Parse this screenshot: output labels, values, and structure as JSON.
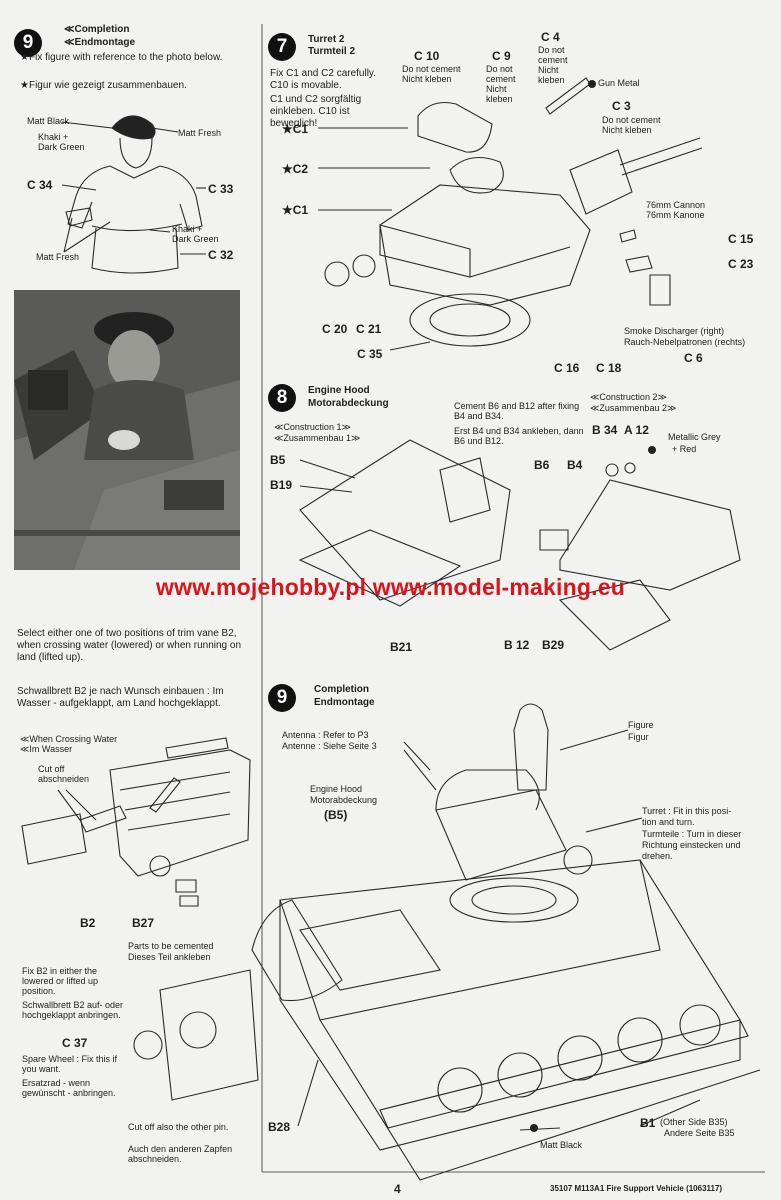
{
  "page_number": "4",
  "footer": {
    "product": "35107  M113A1 Fire Support Vehicle (1063117)"
  },
  "watermark": "www.mojehobby.pl www.model-making.eu",
  "step9_small": {
    "number": "9",
    "title_en": "≪Completion",
    "title_de": "≪Endmontage",
    "note_en": "★Fix figure with reference to the photo below.",
    "note_de": "★Figur wie gezeigt zusammenbauen.",
    "labels": {
      "matt_black": "Matt Black",
      "matt_fresh": "Matt Fresh",
      "khaki_1": "Khaki +",
      "dark_green_1": "Dark Green",
      "khaki_2": "Khaki +",
      "dark_green_2": "Dark Green",
      "matt_fresh_2": "Matt Fresh"
    },
    "parts": {
      "c34": "C 34",
      "c33": "C 33",
      "c32": "C 32"
    }
  },
  "trim_vane": {
    "text_en": "Select either one of two positions of trim vane B2, when crossing water (lowered) or when running on land (lifted up).",
    "text_de": "Schwallbrett B2 je nach Wunsch einbauen : Im Wasser - aufgeklappt, am Land hochgeklappt.",
    "sub_en": "≪When Crossing Water",
    "sub_de": "≪Im Wasser",
    "cut_off": "Cut off",
    "cut_off_de": "abschneiden",
    "b2": "B2",
    "b27": "B27"
  },
  "step7": {
    "number": "7",
    "title_en": "Turret 2",
    "title_de": "Turmteil 2",
    "note_en": "Fix C1 and C2 carefully. C10 is movable.",
    "note_de": "C1 und C2 sorgfältig einkleben. C10 ist beweglich!",
    "parts": {
      "c1a": "★C1",
      "c2": "★C2",
      "c1b": "★C1",
      "c10": "C 10",
      "c9": "C 9",
      "c4": "C 4",
      "c3": "C 3",
      "c15": "C 15",
      "c23": "C 23",
      "c6": "C 6",
      "c20": "C 20",
      "c21": "C 21",
      "c35": "C 35",
      "c16": "C 16",
      "c18": "C 18"
    },
    "nc_c10_en": "Do not cement",
    "nc_c10_de": "Nicht kleben",
    "nc_c9_1": "Do not",
    "nc_c9_2": "cement",
    "nc_c9_3": "Nicht",
    "nc_c9_4": "kleben",
    "nc_c4_1": "Do not",
    "nc_c4_2": "cement",
    "nc_c4_3": "Nicht",
    "nc_c4_4": "kleben",
    "gun_metal": "Gun Metal",
    "nc_c3_en": "Do not cement",
    "nc_c3_de": "Nicht kleben",
    "cannon_en": "76mm Cannon",
    "cannon_de": "76mm Kanone",
    "smoke_en": "Smoke Discharger (right)",
    "smoke_de": "Rauch-Nebelpatronen (rechts)"
  },
  "step8": {
    "number": "8",
    "title_en": "Engine Hood",
    "title_de": "Motorabdeckung",
    "ref1_en": "≪Construction 1≫",
    "ref1_de": "≪Zusammenbau 1≫",
    "ref2_en": "≪Construction 2≫",
    "ref2_de": "≪Zusammenbau 2≫",
    "note_en": "Cement B6 and B12 after fixing B4 and B34.",
    "note_de": "Erst B4 und B34 ankleben, dann B6 und B12.",
    "metallic_1": "Metallic Grey",
    "metallic_2": "+ Red",
    "parts": {
      "b5": "B5",
      "b19": "B19",
      "b21": "B21",
      "b34": "B 34",
      "a12": "A 12",
      "b6": "B6",
      "b4": "B4",
      "b12": "B 12",
      "b29": "B29"
    }
  },
  "step9_large": {
    "number": "9",
    "title_en": "Completion",
    "title_de": "Endmontage",
    "antenna_en": "Antenna : Refer to P3",
    "antenna_de": "Antenne : Siehe Seite 3",
    "hood_1": "Engine Hood",
    "hood_2": "Motorabdeckung",
    "hood_part": "(B5)",
    "figure_en": "Figure",
    "figure_de": "Figur",
    "turret_en_1": "Turret : Fit in this posi-",
    "turret_en_2": "tion and turn.",
    "turret_de_1": "Turmteile : Turn in dieser",
    "turret_de_2": "Richtung einstecken und",
    "turret_de_3": "drehen.",
    "cemented_en": "Parts to be cemented",
    "cemented_de": "Dieses Teil ankleben",
    "fix_b2_en": "Fix B2 in either the lowered or lifted up position.",
    "fix_b2_de": "Schwallbrett B2 auf- oder hochgeklappt anbringen.",
    "c37": "C 37",
    "spare_en": "Spare Wheel : Fix this if you want.",
    "spare_de": "Ersatzrad - wenn gewünscht - anbringen.",
    "cut_en": "Cut off also the other pin.",
    "cut_de": "Auch den anderen Zapfen abschneiden.",
    "b28": "B28",
    "b1": "B1",
    "b1_other": "(Other Side B35)",
    "b1_de": "Andere Seite B35",
    "matt_black": "Matt Black"
  }
}
